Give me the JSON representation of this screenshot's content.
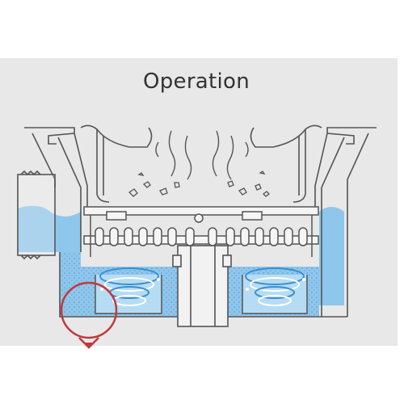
{
  "diagram": {
    "title": "Operation",
    "colors": {
      "panel": "#e8e8e8",
      "water": "#8fc6ec",
      "water_dark": "#3a90d0",
      "line": "#555555",
      "body_fill": "#efefef",
      "highlight_circle": "#c0393b"
    },
    "parts": [
      "housing",
      "inlet-pipe",
      "agitator-plate",
      "swirl-chambers",
      "center-shaft",
      "debris",
      "airflow",
      "drain-callout"
    ]
  }
}
